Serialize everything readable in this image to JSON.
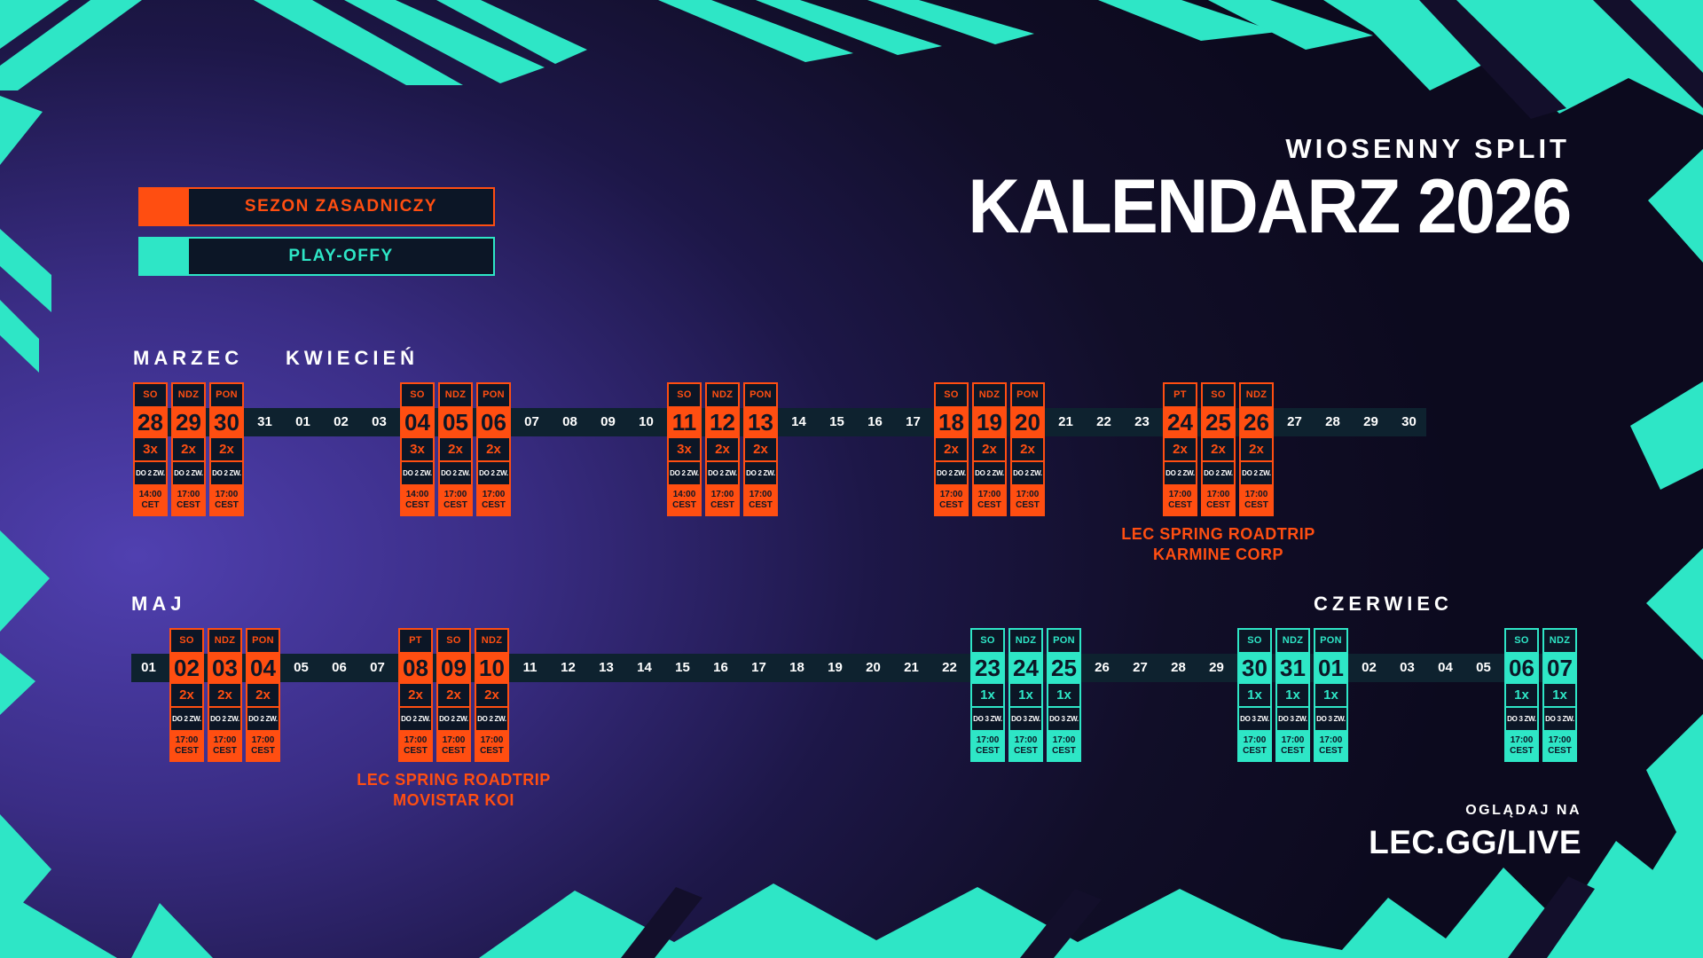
{
  "title": {
    "kicker": "WIOSENNY SPLIT",
    "heading": "KALENDARZ 2026"
  },
  "legend": {
    "items": [
      {
        "label": "SEZON ZASADNICZY",
        "color": "#ff4e11",
        "type": "regular"
      },
      {
        "label": "PLAY-OFFY",
        "color": "#2ee6c6",
        "type": "playoff"
      }
    ]
  },
  "footer": {
    "watch_label": "OGLĄDAJ NA",
    "url": "LEC.GG/LIVE"
  },
  "colors": {
    "regular": "#ff4e11",
    "playoff": "#2ee6c6",
    "card_dark": "#0c1626",
    "bar": "#0e222f"
  },
  "rows": [
    {
      "name": "marzec-kwiecien",
      "months": [
        {
          "name": "MARZEC",
          "slot": 0
        },
        {
          "name": "KWIECIEŃ",
          "slot": 4
        }
      ],
      "days": [
        {
          "num": "28",
          "day": "SO",
          "type": "regular",
          "games": "3x",
          "wins": "DO 2 ZW.",
          "time": "14:00",
          "tz": "CET"
        },
        {
          "num": "29",
          "day": "NDZ",
          "type": "regular",
          "games": "2x",
          "wins": "DO 2 ZW.",
          "time": "17:00",
          "tz": "CEST"
        },
        {
          "num": "30",
          "day": "PON",
          "type": "regular",
          "games": "2x",
          "wins": "DO 2 ZW.",
          "time": "17:00",
          "tz": "CEST"
        },
        {
          "num": "31",
          "type": "off"
        },
        {
          "num": "01",
          "type": "off"
        },
        {
          "num": "02",
          "type": "off"
        },
        {
          "num": "03",
          "type": "off"
        },
        {
          "num": "04",
          "day": "SO",
          "type": "regular",
          "games": "3x",
          "wins": "DO 2 ZW.",
          "time": "14:00",
          "tz": "CEST"
        },
        {
          "num": "05",
          "day": "NDZ",
          "type": "regular",
          "games": "2x",
          "wins": "DO 2 ZW.",
          "time": "17:00",
          "tz": "CEST"
        },
        {
          "num": "06",
          "day": "PON",
          "type": "regular",
          "games": "2x",
          "wins": "DO 2 ZW.",
          "time": "17:00",
          "tz": "CEST"
        },
        {
          "num": "07",
          "type": "off"
        },
        {
          "num": "08",
          "type": "off"
        },
        {
          "num": "09",
          "type": "off"
        },
        {
          "num": "10",
          "type": "off"
        },
        {
          "num": "11",
          "day": "SO",
          "type": "regular",
          "games": "3x",
          "wins": "DO 2 ZW.",
          "time": "14:00",
          "tz": "CEST"
        },
        {
          "num": "12",
          "day": "NDZ",
          "type": "regular",
          "games": "2x",
          "wins": "DO 2 ZW.",
          "time": "17:00",
          "tz": "CEST"
        },
        {
          "num": "13",
          "day": "PON",
          "type": "regular",
          "games": "2x",
          "wins": "DO 2 ZW.",
          "time": "17:00",
          "tz": "CEST"
        },
        {
          "num": "14",
          "type": "off"
        },
        {
          "num": "15",
          "type": "off"
        },
        {
          "num": "16",
          "type": "off"
        },
        {
          "num": "17",
          "type": "off"
        },
        {
          "num": "18",
          "day": "SO",
          "type": "regular",
          "games": "2x",
          "wins": "DO 2 ZW.",
          "time": "17:00",
          "tz": "CEST"
        },
        {
          "num": "19",
          "day": "NDZ",
          "type": "regular",
          "games": "2x",
          "wins": "DO 2 ZW.",
          "time": "17:00",
          "tz": "CEST"
        },
        {
          "num": "20",
          "day": "PON",
          "type": "regular",
          "games": "2x",
          "wins": "DO 2 ZW.",
          "time": "17:00",
          "tz": "CEST"
        },
        {
          "num": "21",
          "type": "off"
        },
        {
          "num": "22",
          "type": "off"
        },
        {
          "num": "23",
          "type": "off"
        },
        {
          "num": "24",
          "day": "PT",
          "type": "regular",
          "games": "2x",
          "wins": "DO 2 ZW.",
          "time": "17:00",
          "tz": "CEST"
        },
        {
          "num": "25",
          "day": "SO",
          "type": "regular",
          "games": "2x",
          "wins": "DO 2 ZW.",
          "time": "17:00",
          "tz": "CEST"
        },
        {
          "num": "26",
          "day": "NDZ",
          "type": "regular",
          "games": "2x",
          "wins": "DO 2 ZW.",
          "time": "17:00",
          "tz": "CEST"
        },
        {
          "num": "27",
          "type": "off"
        },
        {
          "num": "28",
          "type": "off"
        },
        {
          "num": "29",
          "type": "off"
        },
        {
          "num": "30",
          "type": "off"
        }
      ],
      "annotations": [
        {
          "lines": [
            "LEC SPRING ROADTRIP",
            "KARMINE CORP"
          ],
          "slot_start": 27,
          "slot_end": 29
        }
      ]
    },
    {
      "name": "maj-czerwiec",
      "months": [
        {
          "name": "MAJ",
          "slot": 0
        },
        {
          "name": "CZERWIEC",
          "slot": 31
        }
      ],
      "days": [
        {
          "num": "01",
          "type": "off"
        },
        {
          "num": "02",
          "day": "SO",
          "type": "regular",
          "games": "2x",
          "wins": "DO 2 ZW.",
          "time": "17:00",
          "tz": "CEST"
        },
        {
          "num": "03",
          "day": "NDZ",
          "type": "regular",
          "games": "2x",
          "wins": "DO 2 ZW.",
          "time": "17:00",
          "tz": "CEST"
        },
        {
          "num": "04",
          "day": "PON",
          "type": "regular",
          "games": "2x",
          "wins": "DO 2 ZW.",
          "time": "17:00",
          "tz": "CEST"
        },
        {
          "num": "05",
          "type": "off"
        },
        {
          "num": "06",
          "type": "off"
        },
        {
          "num": "07",
          "type": "off"
        },
        {
          "num": "08",
          "day": "PT",
          "type": "regular",
          "games": "2x",
          "wins": "DO 2 ZW.",
          "time": "17:00",
          "tz": "CEST"
        },
        {
          "num": "09",
          "day": "SO",
          "type": "regular",
          "games": "2x",
          "wins": "DO 2 ZW.",
          "time": "17:00",
          "tz": "CEST"
        },
        {
          "num": "10",
          "day": "NDZ",
          "type": "regular",
          "games": "2x",
          "wins": "DO 2 ZW.",
          "time": "17:00",
          "tz": "CEST"
        },
        {
          "num": "11",
          "type": "off"
        },
        {
          "num": "12",
          "type": "off"
        },
        {
          "num": "13",
          "type": "off"
        },
        {
          "num": "14",
          "type": "off"
        },
        {
          "num": "15",
          "type": "off"
        },
        {
          "num": "16",
          "type": "off"
        },
        {
          "num": "17",
          "type": "off"
        },
        {
          "num": "18",
          "type": "off"
        },
        {
          "num": "19",
          "type": "off"
        },
        {
          "num": "20",
          "type": "off"
        },
        {
          "num": "21",
          "type": "off"
        },
        {
          "num": "22",
          "type": "off"
        },
        {
          "num": "23",
          "day": "SO",
          "type": "playoff",
          "games": "1x",
          "wins": "DO 3 ZW.",
          "time": "17:00",
          "tz": "CEST"
        },
        {
          "num": "24",
          "day": "NDZ",
          "type": "playoff",
          "games": "1x",
          "wins": "DO 3 ZW.",
          "time": "17:00",
          "tz": "CEST"
        },
        {
          "num": "25",
          "day": "PON",
          "type": "playoff",
          "games": "1x",
          "wins": "DO 3 ZW.",
          "time": "17:00",
          "tz": "CEST"
        },
        {
          "num": "26",
          "type": "off"
        },
        {
          "num": "27",
          "type": "off"
        },
        {
          "num": "28",
          "type": "off"
        },
        {
          "num": "29",
          "type": "off"
        },
        {
          "num": "30",
          "day": "SO",
          "type": "playoff",
          "games": "1x",
          "wins": "DO 3 ZW.",
          "time": "17:00",
          "tz": "CEST"
        },
        {
          "num": "31",
          "day": "NDZ",
          "type": "playoff",
          "games": "1x",
          "wins": "DO 3 ZW.",
          "time": "17:00",
          "tz": "CEST"
        },
        {
          "num": "01",
          "day": "PON",
          "type": "playoff",
          "games": "1x",
          "wins": "DO 3 ZW.",
          "time": "17:00",
          "tz": "CEST"
        },
        {
          "num": "02",
          "type": "off"
        },
        {
          "num": "03",
          "type": "off"
        },
        {
          "num": "04",
          "type": "off"
        },
        {
          "num": "05",
          "type": "off"
        },
        {
          "num": "06",
          "day": "SO",
          "type": "playoff",
          "games": "1x",
          "wins": "DO 3 ZW.",
          "time": "17:00",
          "tz": "CEST"
        },
        {
          "num": "07",
          "day": "NDZ",
          "type": "playoff",
          "games": "1x",
          "wins": "DO 3 ZW.",
          "time": "17:00",
          "tz": "CEST"
        }
      ],
      "annotations": [
        {
          "lines": [
            "LEC SPRING ROADTRIP",
            "MOVISTAR KOI"
          ],
          "slot_start": 7,
          "slot_end": 9
        }
      ]
    }
  ]
}
